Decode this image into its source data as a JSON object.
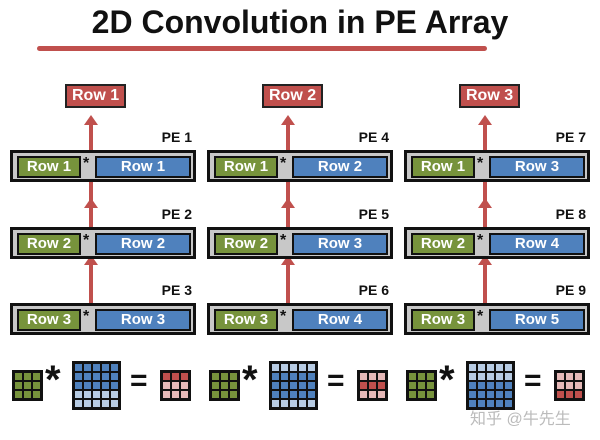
{
  "title": "2D Convolution in PE Array",
  "colors": {
    "accent": "#c0504d",
    "filter": "#77933c",
    "ifmap": "#4f81bd",
    "ifmap_light": "#b8cce4",
    "psum_dark": "#c0504d",
    "psum_light": "#e6b9b8",
    "pe_bg": "#c8c8c8"
  },
  "columns": [
    {
      "output": "Row 1",
      "pes": [
        {
          "label": "PE 1",
          "filter": "Row 1",
          "ifmap": "Row 1"
        },
        {
          "label": "PE 2",
          "filter": "Row 2",
          "ifmap": "Row 2"
        },
        {
          "label": "PE 3",
          "filter": "Row 3",
          "ifmap": "Row 3"
        }
      ],
      "active_ifmap_rows": [
        0,
        1,
        2
      ],
      "active_out_row": 0
    },
    {
      "output": "Row 2",
      "pes": [
        {
          "label": "PE 4",
          "filter": "Row 1",
          "ifmap": "Row 2"
        },
        {
          "label": "PE 5",
          "filter": "Row 2",
          "ifmap": "Row 3"
        },
        {
          "label": "PE 6",
          "filter": "Row 3",
          "ifmap": "Row 4"
        }
      ],
      "active_ifmap_rows": [
        1,
        2,
        3
      ],
      "active_out_row": 1
    },
    {
      "output": "Row 3",
      "pes": [
        {
          "label": "PE 7",
          "filter": "Row 1",
          "ifmap": "Row 3"
        },
        {
          "label": "PE 8",
          "filter": "Row 2",
          "ifmap": "Row 4"
        },
        {
          "label": "PE 9",
          "filter": "Row 3",
          "ifmap": "Row 5"
        }
      ],
      "active_ifmap_rows": [
        2,
        3,
        4
      ],
      "active_out_row": 2
    }
  ],
  "operators": {
    "multiply": "*",
    "equals": "="
  },
  "watermark": "知乎 @牛先生"
}
